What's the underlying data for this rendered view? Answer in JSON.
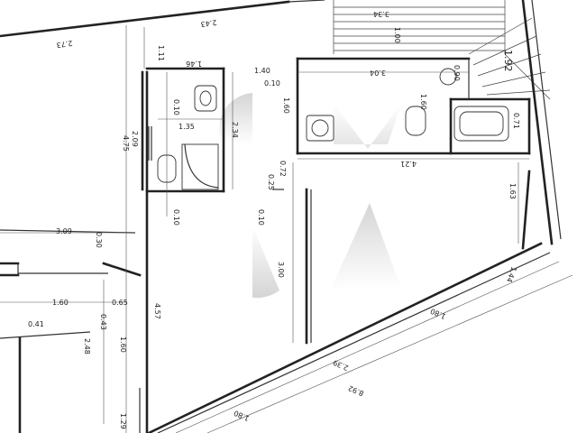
{
  "plan": {
    "dims": {
      "d273": "2.73",
      "d243": "2.43",
      "d334": "3.34",
      "d100": "1.00",
      "d192": "1.92",
      "d111": "1.11",
      "d146": "1.46",
      "d140": "1.40",
      "d304": "3.04",
      "d090a": "0.90",
      "d010a": "0.10",
      "d010b": "0.10",
      "d160a": "1.60",
      "d160b": "1.60",
      "d135": "1.35",
      "d234": "2.34",
      "d209": "2.09",
      "d071": "0.71",
      "d475": "4.75",
      "d421": "4.21",
      "d072": "0.72",
      "d025": "0.25",
      "d163": "1.63",
      "d010c": "0.10",
      "d010d": "0.10",
      "d309": "3.09",
      "d030": "0.30",
      "d300": "3.00",
      "d144": "1.44",
      "d160c": "1.60",
      "d065": "0.65",
      "d043": "0.43",
      "d457": "4.57",
      "d041": "0.41",
      "d180a": "1.80",
      "d248": "2.48",
      "d160d": "1.60",
      "d239": "2.39",
      "d892": "8.92",
      "d180b": "1.80",
      "d129": "1.29"
    }
  }
}
